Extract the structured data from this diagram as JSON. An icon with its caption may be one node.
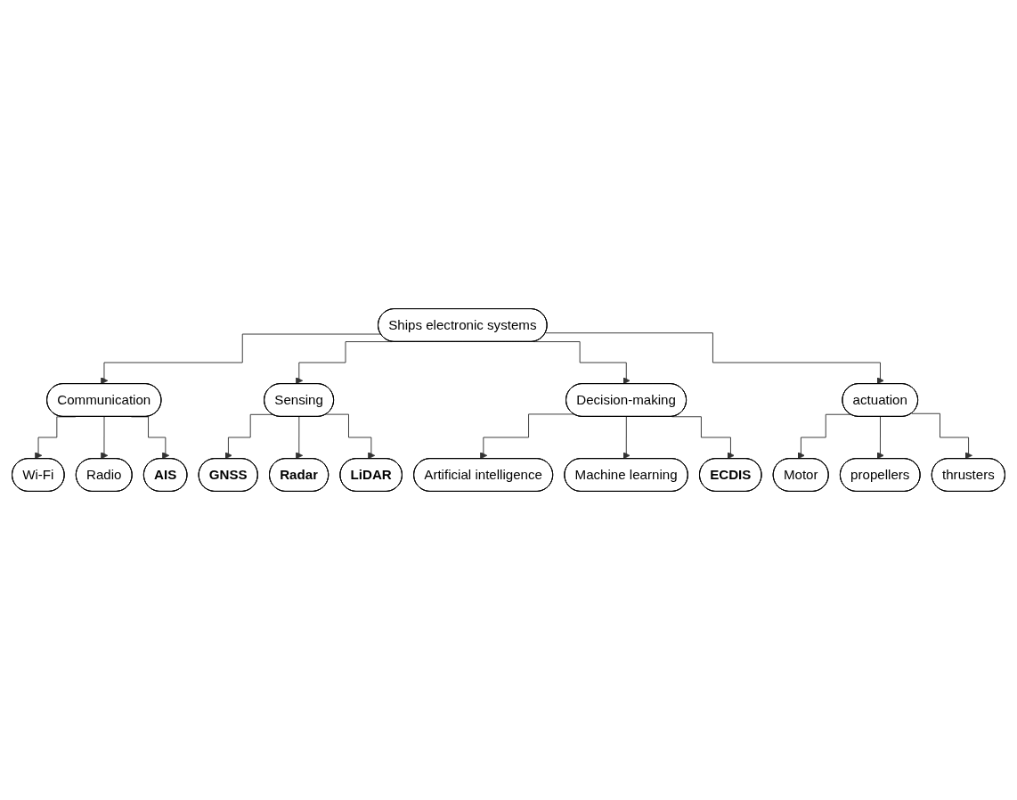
{
  "diagram": {
    "nodes": [
      {
        "text": [
          "Ships electronic systems"
        ]
      },
      {
        "text": [
          "Communication"
        ]
      },
      {
        "text": [
          "Sensing"
        ]
      },
      {
        "text": [
          "Decision-making"
        ]
      },
      {
        "text": [
          "actuation"
        ]
      },
      {
        "text": [
          "Wi-Fi"
        ]
      },
      {
        "text": [
          "Radio"
        ]
      },
      {
        "text": [
          "AIS"
        ]
      },
      {
        "text": [
          "GNSS"
        ]
      },
      {
        "text": [
          "Radar"
        ]
      },
      {
        "text": [
          "LiDAR"
        ]
      },
      {
        "text": [
          "Artificial intelligence"
        ]
      },
      {
        "text": [
          "Machine learning"
        ]
      },
      {
        "text": [
          "ECDIS"
        ]
      },
      {
        "text": [
          "Motor"
        ]
      },
      {
        "text": [
          "propellers"
        ]
      },
      {
        "text": [
          "thrusters"
        ]
      }
    ],
    "edges": [
      {
        "from": 0,
        "to": 1,
        "arrow": "to"
      },
      {
        "from": 0,
        "to": 2,
        "arrow": "to"
      },
      {
        "from": 0,
        "to": 3,
        "arrow": "to"
      },
      {
        "from": 0,
        "to": 4,
        "arrow": "to"
      },
      {
        "from": 1,
        "to": 5,
        "arrow": "to"
      },
      {
        "from": 1,
        "to": 6,
        "arrow": "to"
      },
      {
        "from": 1,
        "to": 7,
        "arrow": "to"
      },
      {
        "from": 2,
        "to": 8,
        "arrow": "to"
      },
      {
        "from": 2,
        "to": 9,
        "arrow": "to"
      },
      {
        "from": 2,
        "to": 10,
        "arrow": "to"
      },
      {
        "from": 3,
        "to": 11,
        "arrow": "to"
      },
      {
        "from": 3,
        "to": 12,
        "arrow": "to"
      },
      {
        "from": 3,
        "to": 13,
        "arrow": "to"
      },
      {
        "from": 4,
        "to": 14,
        "arrow": "to"
      },
      {
        "from": 4,
        "to": 15,
        "arrow": "to"
      },
      {
        "from": 4,
        "to": 16,
        "arrow": "to"
      }
    ]
  }
}
